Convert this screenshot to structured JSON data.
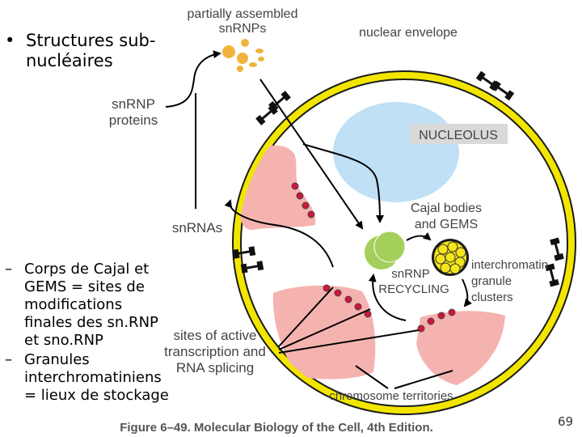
{
  "slide": {
    "bullet_main": "Structures sub-nucléaires",
    "sub_bullets": [
      "Corps de Cajal et GEMS = sites de modifications finales des sn.RNP et sno.RNP",
      "Granules interchromatiniens = lieux de stockage"
    ],
    "page_number": "69"
  },
  "figure": {
    "labels": {
      "partially_line1": "partially assembled",
      "partially_line2": "snRNPs",
      "nuclear_envelope": "nuclear envelope",
      "snrnp_proteins_line1": "snRNP",
      "snrnp_proteins_line2": "proteins",
      "nucleolus": "NUCLEOLUS",
      "cajal_line1": "Cajal bodies",
      "cajal_line2": "and GEMS",
      "snrnas": "snRNAs",
      "interchromatin_line1": "interchromatin",
      "interchromatin_line2": "granule",
      "interchromatin_line3": "clusters",
      "recycling_line1": "snRNP",
      "recycling_line2": "RECYCLING",
      "sites_line1": "sites of active",
      "sites_line2": "transcription and",
      "sites_line3": "RNA splicing",
      "chromosome_territories": "chromosome territories",
      "caption": "Figure 6–49. Molecular Biology of the Cell, 4th Edition."
    },
    "colors": {
      "envelope": "#f2e600",
      "nucleolus": "#bfe0f5",
      "chromatin": "#f5b3b0",
      "cajal": "#a3d05a",
      "granule": "#f5e61a",
      "snrnp_dots": "#f0b43c",
      "transcript": "#d0143c"
    }
  }
}
